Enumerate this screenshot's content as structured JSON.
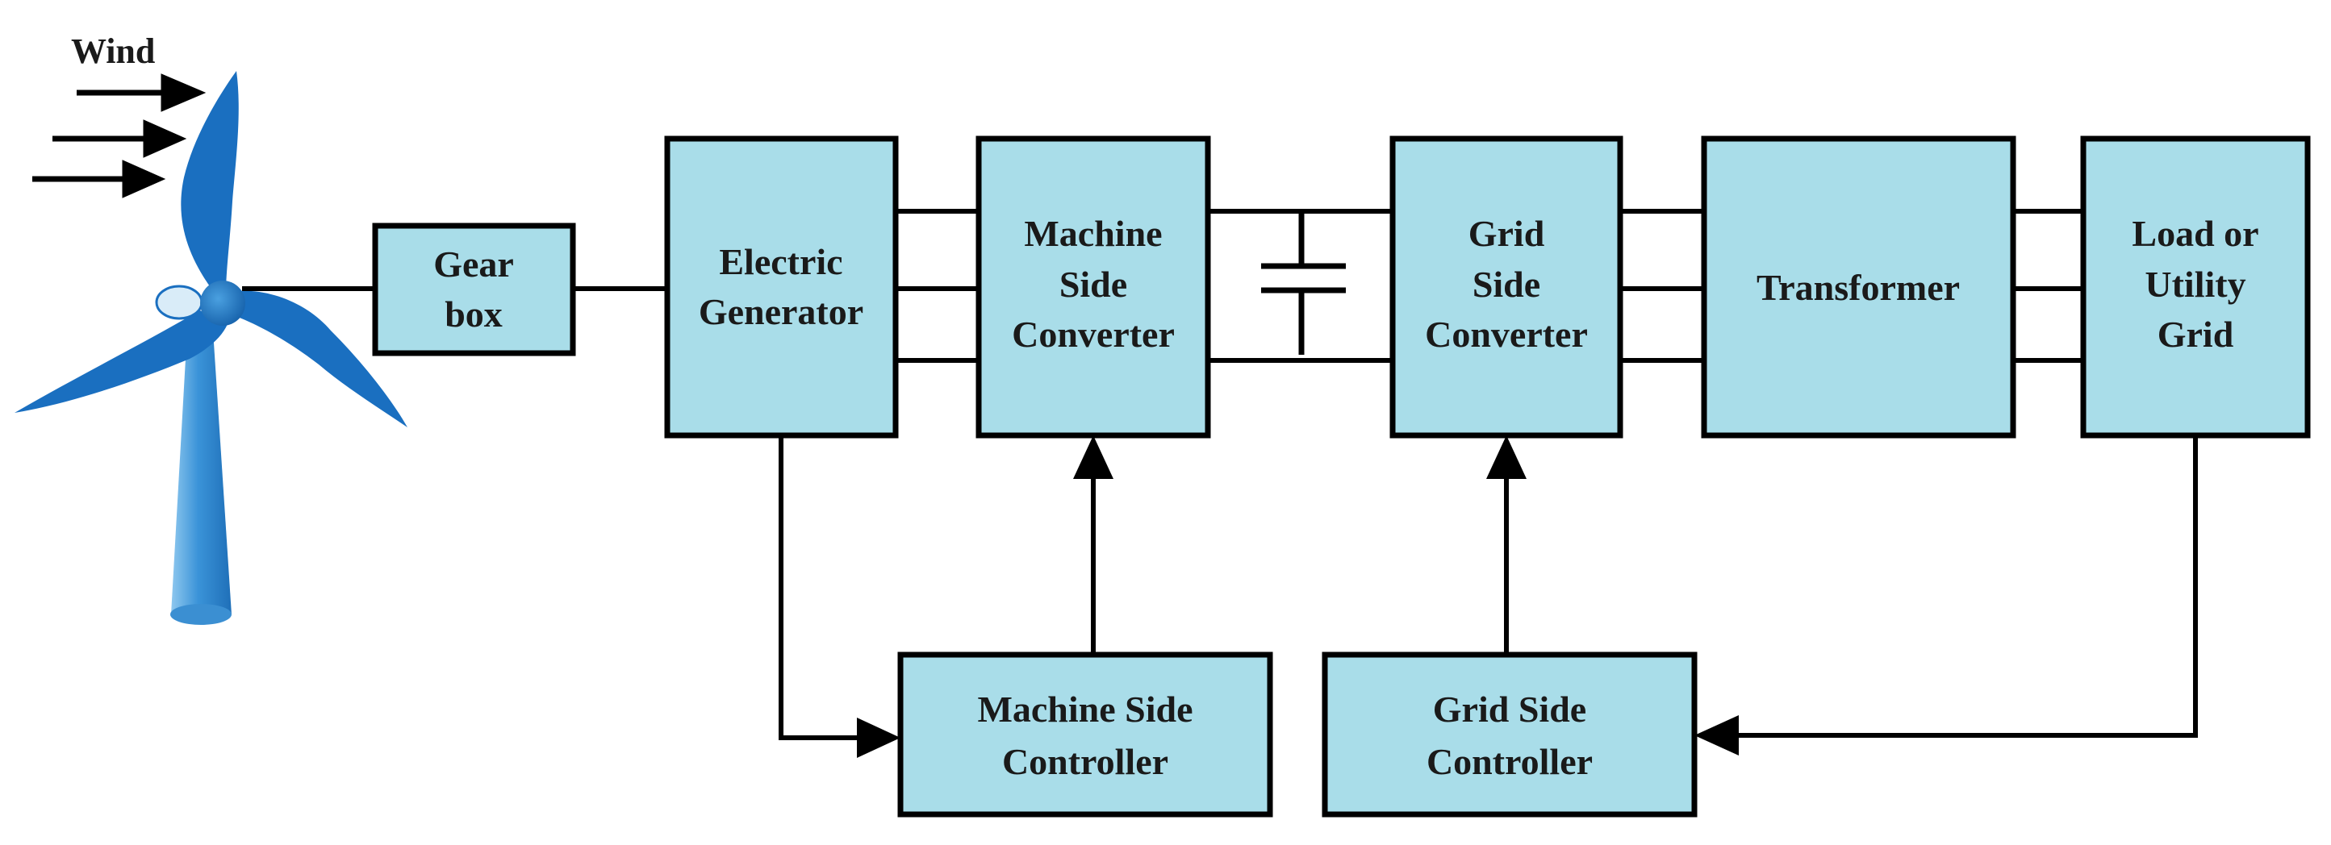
{
  "wind_label": "Wind",
  "blocks": {
    "gearbox": [
      "Gear",
      "box"
    ],
    "generator": [
      "Electric",
      "Generator"
    ],
    "machine_converter": [
      "Machine",
      "Side",
      "Converter"
    ],
    "grid_converter": [
      "Grid",
      "Side",
      "Converter"
    ],
    "transformer": [
      "Transformer"
    ],
    "load": [
      "Load or",
      "Utility",
      "Grid"
    ],
    "machine_controller": [
      "Machine Side",
      "Controller"
    ],
    "grid_controller": [
      "Grid Side",
      "Controller"
    ]
  },
  "colors": {
    "block_fill": "#a9dde9",
    "turbine_blue": "#1a6fc0",
    "tower_blue": "#2a8ad3"
  }
}
